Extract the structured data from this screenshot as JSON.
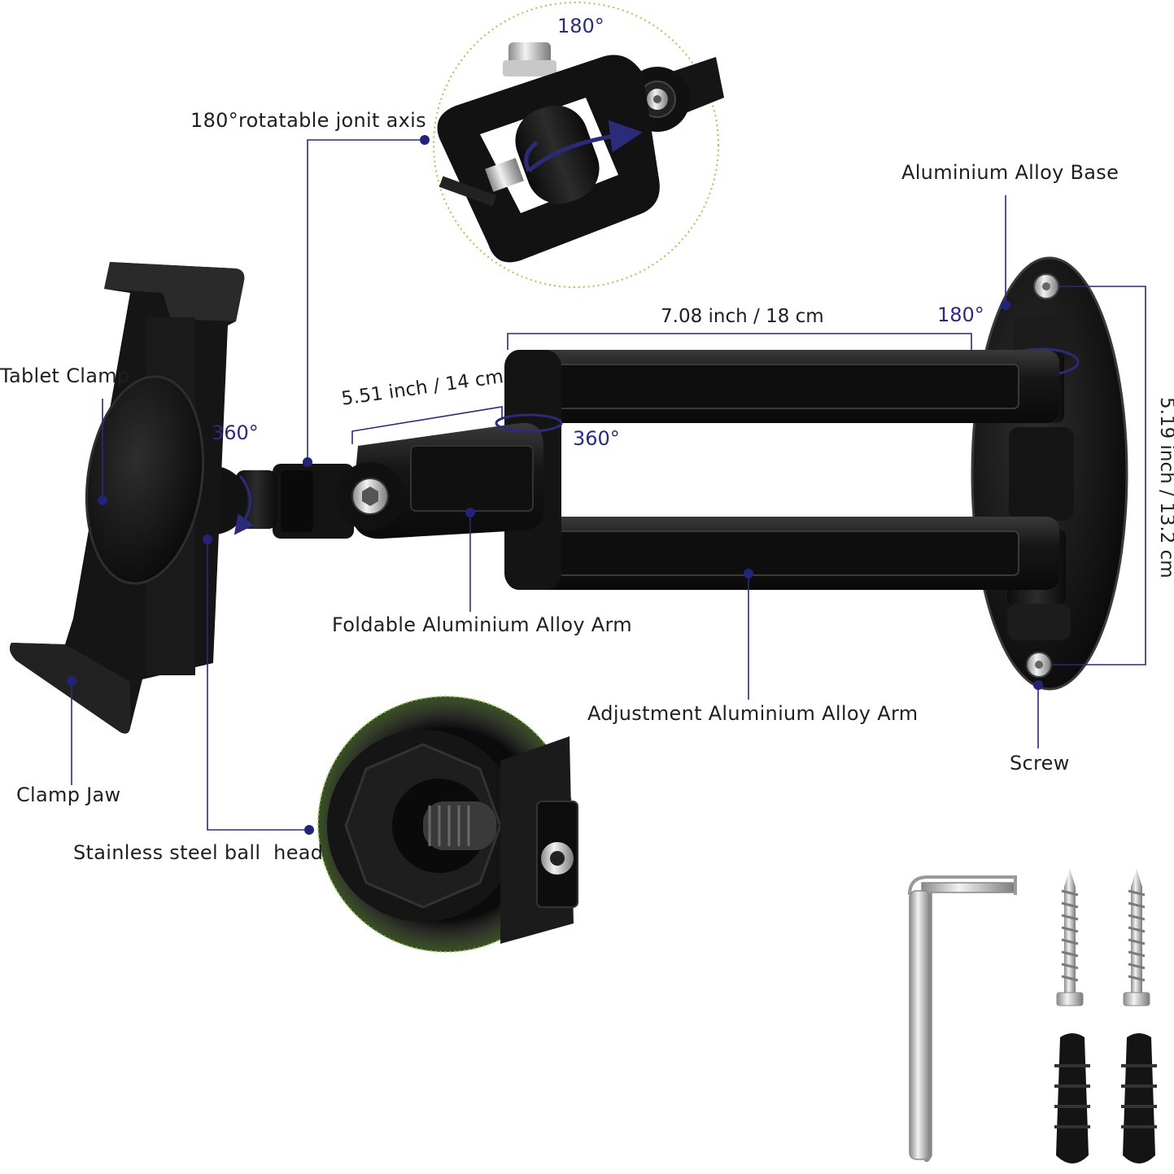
{
  "labels": {
    "joint_axis_degree": "180°",
    "joint_axis_label": "rotatable jonit axis",
    "base_label": "Aluminium Alloy Base",
    "base_degree": "180°",
    "tablet_clamp": "Tablet Clamp",
    "clamp_degree": "360°",
    "arm_joint_degree": "360°",
    "joint_detail_degree": "180°",
    "foldable_arm": "Foldable Aluminium Alloy Arm",
    "adjustment_arm": "Adjustment Aluminium Alloy Arm",
    "screw": "Screw",
    "clamp_jaw": "Clamp Jaw",
    "ball_head": "Stainless steel ball  head"
  },
  "dimensions": {
    "long_arm": "7.08 inch / 18 cm",
    "short_arm": "5.51 inch / 14 cm",
    "base_height": "5.19 inch / 13.2 cm"
  },
  "colors": {
    "accent": "#2b2b7a",
    "dot": "#23237a",
    "metal_black": "#141414",
    "highlight": "#3a3a3a",
    "callout_ring": "#8fd14f"
  },
  "icons": {
    "detail_top": "joint-axis-detail-icon",
    "detail_bottom": "ball-head-lock-detail-icon",
    "accessories": [
      "hex-key-icon",
      "wood-screw-icon",
      "wood-screw-icon",
      "wall-anchor-icon",
      "wall-anchor-icon"
    ]
  }
}
